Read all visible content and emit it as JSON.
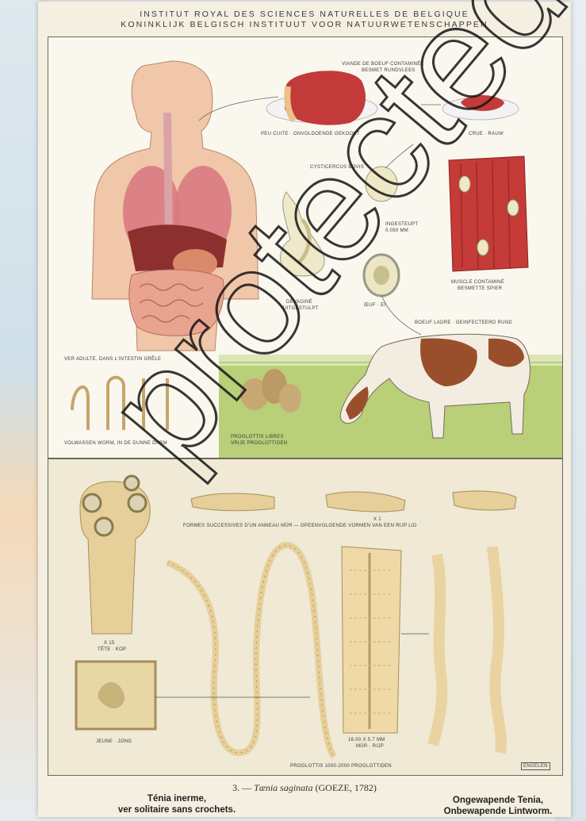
{
  "header": {
    "line1": "INSTITUT ROYAL DES SCIENCES NATURELLES DE BELGIQUE",
    "line2": "KONINKLIJK BELGISCH INSTITUUT VOOR NATUURWETENSCHAPPEN"
  },
  "top_panel": {
    "labels": {
      "meat": "VIANDE DE BOEUF CONTAMINÉE",
      "meat2": "BESMET RUNDVLEES",
      "cooked": "PEU CUITE · ONVOLDOENDE GEKOOKT",
      "raw": "CRUE · RAUW",
      "cysticercus": "CYSTICERCUS BOVIS",
      "ingested": "INGESTEUPT",
      "size": "0.050 mm",
      "evagine": "DÉVAGINÉ",
      "evagine_nl": "UITGESTULPT",
      "egg": "ŒUF · EI",
      "muscle": "MUSCLE CONTAMINÉ",
      "muscle_nl": "BESMETTE SPIER",
      "cattle": "BOEUF LADRE · GEINFECTEERD RUND",
      "adult": "VER ADULTE, DANS L'INTESTIN GRÊLE",
      "adult_nl": "VOLWASSEN WORM, IN DE DUNNE DARM",
      "proglottis": "PROGLOTTIS LIBRES",
      "proglottis_nl": "VRIJE PROGLOTTIDEN"
    }
  },
  "bottom_panel": {
    "labels": {
      "forms": "FORMES SUCCESSIVES D'UN ANNEAU MÛR — OPEENVOLGENDE VORMEN VAN EEN RIJP LID",
      "scale1": "x 1",
      "head_scale": "x 15",
      "head": "TÊTE · KOP",
      "young": "JEUNE · JONG",
      "mature_size": "16.00 x 5.7 mm",
      "mature": "MÛR · RIJP",
      "proglottis_count": "PROGLOTTIS 1000-2000 PROGLOTTIDEN",
      "artist": "ENGELEN"
    }
  },
  "caption": {
    "number": "3. —",
    "species": "Tænia saginata",
    "author": "(GOEZE, 1782)"
  },
  "names_fr": {
    "line1": "Ténia inerme,",
    "line2": "ver solitaire sans crochets."
  },
  "names_nl": {
    "line1": "Ongewapende Tenia,",
    "line2": "Onbewapende Lintworm."
  },
  "watermark": "protected",
  "colors": {
    "paper": "#f4efe1",
    "meat": "#c23a3a",
    "cow_brown": "#9a4f2c",
    "worm": "#e6cf98"
  }
}
